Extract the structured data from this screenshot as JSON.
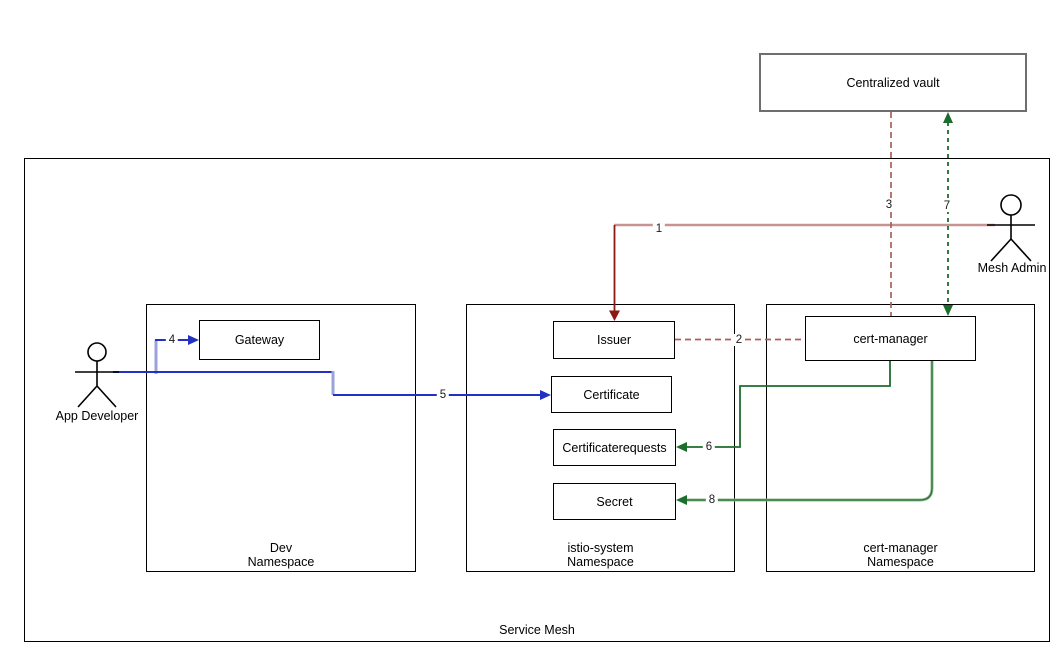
{
  "diagram": {
    "title": "Service Mesh",
    "colors": {
      "node_border": "#000000",
      "vault_border": "#6e6e6e",
      "blue": "#2230c3",
      "blue_light": "#9aa3dd",
      "rosy": "#c79292",
      "dark_red": "#8b1a12",
      "dashed_red": "#ab5f5b",
      "green": "#1d6e2c",
      "green_light": "#94ba94",
      "actor_stroke": "#000000"
    },
    "nodes": {
      "vault": {
        "label": "Centralized vault"
      },
      "gateway": {
        "label": "Gateway"
      },
      "issuer": {
        "label": "Issuer"
      },
      "certificate": {
        "label": "Certificate"
      },
      "certificate_requests": {
        "label": "Certificaterequests"
      },
      "secret": {
        "label": "Secret"
      },
      "cert_manager": {
        "label": "cert-manager"
      }
    },
    "containers": {
      "service_mesh": {
        "label": "Service Mesh"
      },
      "dev": {
        "line1": "Dev",
        "line2": "Namespace"
      },
      "istio": {
        "line1": "istio-system",
        "line2": "Namespace"
      },
      "cert_manager_ns": {
        "line1": "cert-manager",
        "line2": "Namespace"
      }
    },
    "actors": {
      "app_developer": {
        "label": "App Developer"
      },
      "mesh_admin": {
        "label": "Mesh Admin"
      }
    },
    "edges": [
      {
        "label": "1",
        "from": "Mesh Admin",
        "to": "Issuer",
        "style": "solid",
        "color": "red"
      },
      {
        "label": "2",
        "from": "Issuer",
        "to": "cert-manager",
        "style": "dashed",
        "color": "red"
      },
      {
        "label": "3",
        "from": "cert-manager",
        "to": "Centralized vault",
        "style": "dashed",
        "color": "red"
      },
      {
        "label": "4",
        "from": "App Developer",
        "to": "Gateway",
        "style": "solid",
        "color": "blue"
      },
      {
        "label": "5",
        "from": "App Developer",
        "to": "Certificate",
        "style": "solid",
        "color": "blue"
      },
      {
        "label": "6",
        "from": "cert-manager",
        "to": "Certificaterequests",
        "style": "solid",
        "color": "green"
      },
      {
        "label": "7",
        "from": "cert-manager",
        "to": "Centralized vault",
        "style": "dashed",
        "color": "green"
      },
      {
        "label": "8",
        "from": "cert-manager",
        "to": "Secret",
        "style": "solid",
        "color": "green"
      }
    ]
  }
}
